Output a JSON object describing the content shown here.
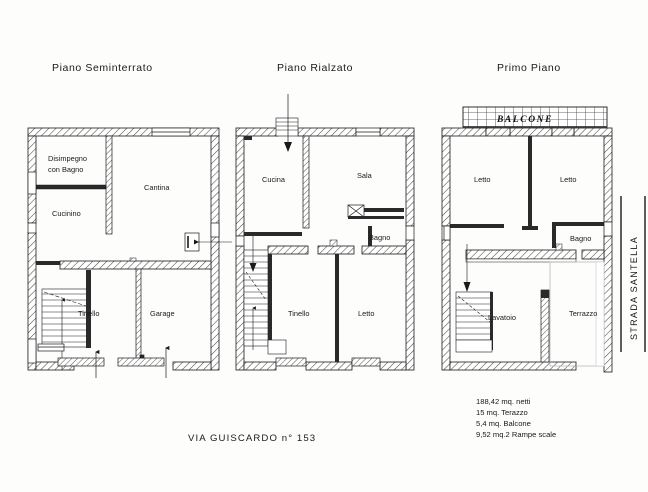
{
  "document": {
    "caption": "VIA  GUISCARDO  n° 153",
    "road_label": "STRADA  SANTELLA"
  },
  "plans": [
    {
      "id": "piano-seminterrato",
      "title": "Piano  Seminterrato",
      "rooms": [
        {
          "name": "Disimpegno",
          "name2": "con Bagno"
        },
        {
          "name": "Cucinino"
        },
        {
          "name": "Cantina"
        },
        {
          "name": "Tinello"
        },
        {
          "name": "Garage"
        }
      ]
    },
    {
      "id": "piano-rialzato",
      "title": "Piano  Rialzato",
      "rooms": [
        {
          "name": "Cucina"
        },
        {
          "name": "Sala"
        },
        {
          "name": "Bagno"
        },
        {
          "name": "Tinello"
        },
        {
          "name": "Letto"
        }
      ]
    },
    {
      "id": "primo-piano",
      "title": "Primo  Piano",
      "rooms": [
        {
          "name": "Letto"
        },
        {
          "name": "Letto"
        },
        {
          "name": "Bagno"
        },
        {
          "name": "Lavatoio"
        },
        {
          "name": "Terrazzo"
        },
        {
          "name": "BALCONE"
        }
      ]
    }
  ],
  "areas": {
    "lines": [
      "188,42 mq. netti",
      "15 mq. Terazzo",
      "5,4 mq. Balcone",
      "9,52 mq.2 Rampe scale"
    ]
  },
  "colors": {
    "ink": "#1a1a1a",
    "paper": "#fdfdfc",
    "wall_hatch": "#5a5a5a"
  }
}
